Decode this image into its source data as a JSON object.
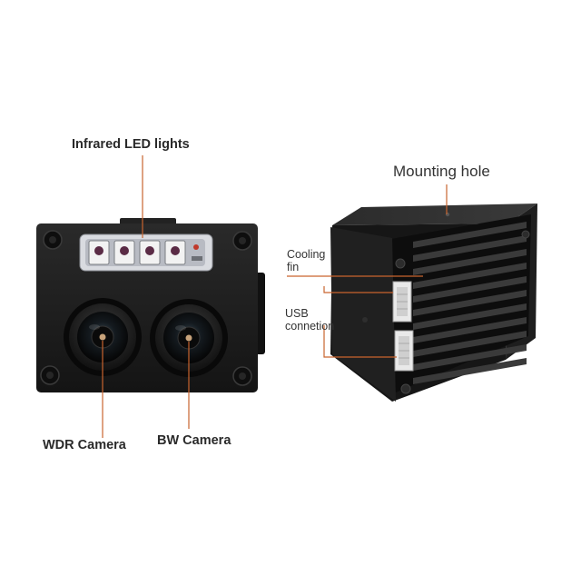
{
  "labels": {
    "infrared_led": "Infrared LED lights",
    "wdr_camera": "WDR Camera",
    "bw_camera": "BW Camera",
    "mounting_hole": "Mounting hole",
    "cooling_fin_line1": "Cooling",
    "cooling_fin_line2": "fin",
    "usb_line1": "USB",
    "usb_line2": "connetion"
  },
  "colors": {
    "background": "#ffffff",
    "camera_body": "#1b1b1b",
    "leader_line": "#c9642e",
    "ir_led": "#5a2b45"
  },
  "led_count": 4
}
